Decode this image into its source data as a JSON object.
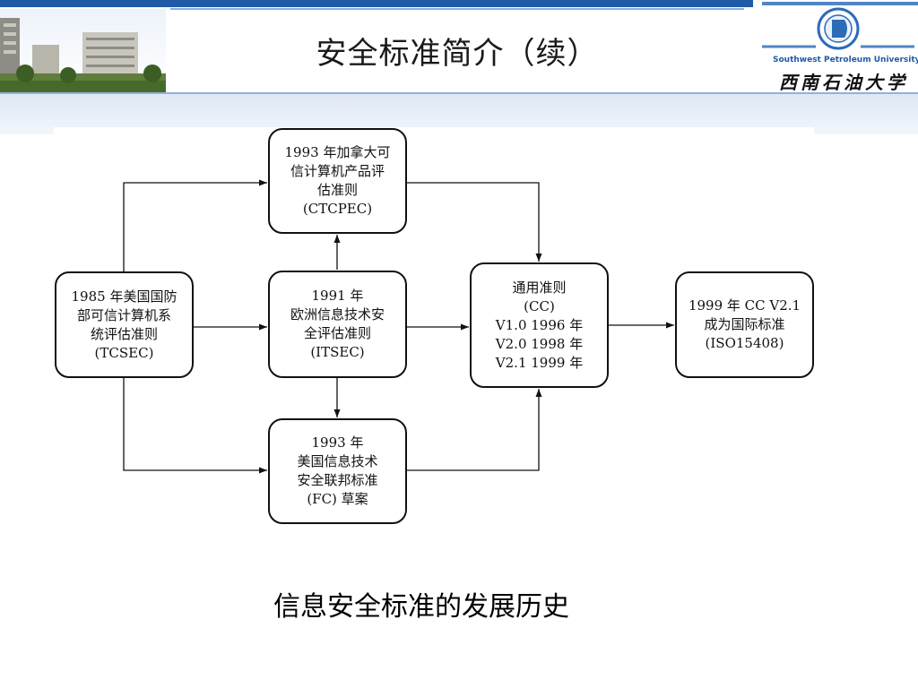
{
  "page": {
    "title": "安全标准简介（续）",
    "caption": "信息安全标准的发展历史"
  },
  "logo": {
    "english": "Southwest Petroleum University",
    "chinese": "西南石油大学"
  },
  "diagram": {
    "nodes": {
      "tcsec": "1985 年美国国防\n部可信计算机系\n统评估准则\n(TCSEC)",
      "ctcpec": "1993 年加拿大可\n信计算机产品评\n估准则\n(CTCPEC)",
      "itsec": "1991 年\n欧洲信息技术安\n全评估准则\n(ITSEC)",
      "fc": "1993 年\n美国信息技术\n安全联邦标准\n(FC) 草案",
      "cc": "通用准则\n(CC)\nV1.0 1996 年\nV2.0 1998 年\nV2.1 1999 年",
      "iso": "1999 年 CC V2.1\n成为国际标准\n(ISO15408)"
    }
  },
  "colors": {
    "accent_blue": "#1f5aa6",
    "band": "#dfe8f6"
  }
}
